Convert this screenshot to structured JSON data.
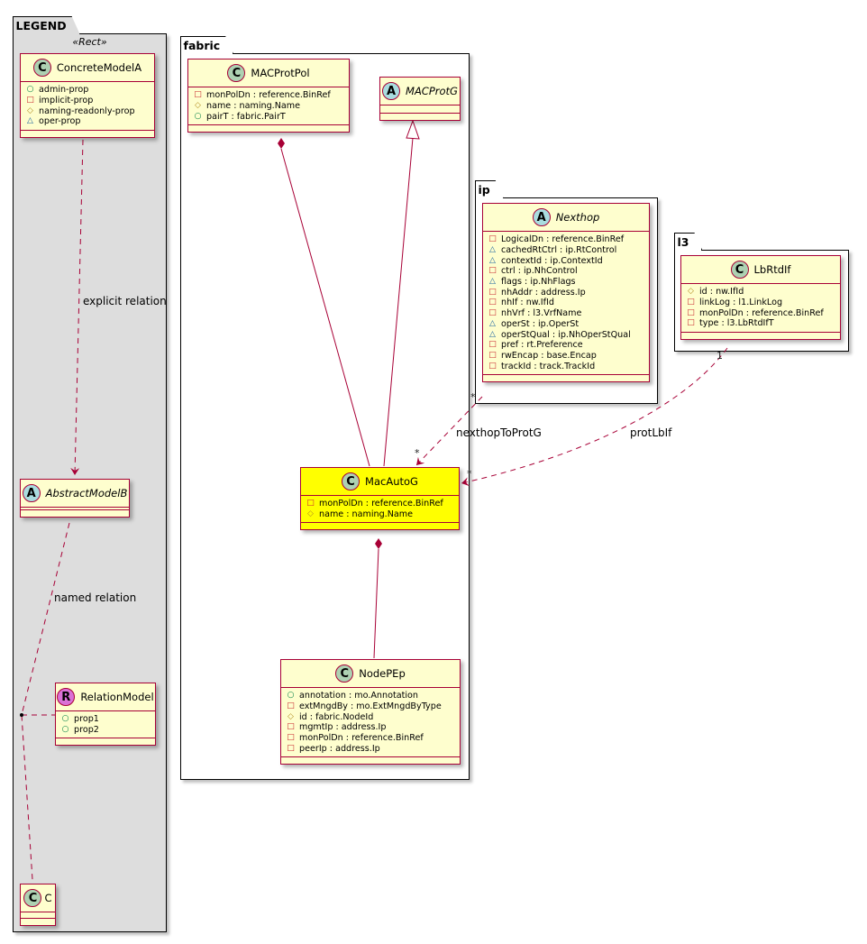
{
  "packages": {
    "legend": {
      "name": "LEGEND",
      "stereotype": "«Rect»"
    },
    "fabric": {
      "name": "fabric"
    },
    "ip": {
      "name": "ip"
    },
    "l3": {
      "name": "l3"
    }
  },
  "colors": {
    "class_bg": "#FEFECE",
    "highlight_bg": "#FFFF00",
    "border": "#A80036",
    "legend_bg": "#DDDDDD"
  },
  "classes": {
    "concrete_model_a": {
      "name": "ConcreteModelA",
      "spot": "C",
      "attrs": [
        {
          "vis": "○",
          "text": "admin-prop"
        },
        {
          "vis": "□",
          "text": "implicit-prop"
        },
        {
          "vis": "◇",
          "text": "naming-readonly-prop"
        },
        {
          "vis": "△",
          "text": "oper-prop"
        }
      ]
    },
    "abstract_model_b": {
      "name": "AbstractModelB",
      "spot": "A"
    },
    "relation_model": {
      "name": "RelationModel",
      "spot": "R",
      "attrs": [
        {
          "vis": "○",
          "text": "prop1"
        },
        {
          "vis": "○",
          "text": "prop2"
        }
      ]
    },
    "c": {
      "name": "C",
      "spot": "C"
    },
    "mac_prot_pol": {
      "name": "MACProtPol",
      "spot": "C",
      "attrs": [
        {
          "vis": "□",
          "text": "monPolDn : reference.BinRef"
        },
        {
          "vis": "◇",
          "text": "name : naming.Name"
        },
        {
          "vis": "○",
          "text": "pairT : fabric.PairT"
        }
      ]
    },
    "mac_prot_g": {
      "name": "MACProtG",
      "spot": "A"
    },
    "mac_auto_g": {
      "name": "MacAutoG",
      "spot": "C",
      "attrs": [
        {
          "vis": "□",
          "text": "monPolDn : reference.BinRef"
        },
        {
          "vis": "◇",
          "text": "name : naming.Name"
        }
      ]
    },
    "node_p_ep": {
      "name": "NodePEp",
      "spot": "C",
      "attrs": [
        {
          "vis": "○",
          "text": "annotation : mo.Annotation"
        },
        {
          "vis": "□",
          "text": "extMngdBy : mo.ExtMngdByType"
        },
        {
          "vis": "◇",
          "text": "id : fabric.NodeId"
        },
        {
          "vis": "□",
          "text": "mgmtIp : address.Ip"
        },
        {
          "vis": "□",
          "text": "monPolDn : reference.BinRef"
        },
        {
          "vis": "□",
          "text": "peerIp : address.Ip"
        }
      ]
    },
    "nexthop": {
      "name": "Nexthop",
      "spot": "A",
      "attrs": [
        {
          "vis": "□",
          "text": "LogicalDn : reference.BinRef"
        },
        {
          "vis": "△",
          "text": "cachedRtCtrl : ip.RtControl"
        },
        {
          "vis": "△",
          "text": "contextId : ip.ContextId"
        },
        {
          "vis": "□",
          "text": "ctrl : ip.NhControl"
        },
        {
          "vis": "△",
          "text": "flags : ip.NhFlags"
        },
        {
          "vis": "□",
          "text": "nhAddr : address.Ip"
        },
        {
          "vis": "□",
          "text": "nhIf : nw.IfId"
        },
        {
          "vis": "□",
          "text": "nhVrf : l3.VrfName"
        },
        {
          "vis": "△",
          "text": "operSt : ip.OperSt"
        },
        {
          "vis": "△",
          "text": "operStQual : ip.NhOperStQual"
        },
        {
          "vis": "□",
          "text": "pref : rt.Preference"
        },
        {
          "vis": "□",
          "text": "rwEncap : base.Encap"
        },
        {
          "vis": "□",
          "text": "trackId : track.TrackId"
        }
      ]
    },
    "lb_rtd_if": {
      "name": "LbRtdIf",
      "spot": "C",
      "attrs": [
        {
          "vis": "◇",
          "text": "id : nw.IfId"
        },
        {
          "vis": "□",
          "text": "linkLog : l1.LinkLog"
        },
        {
          "vis": "□",
          "text": "monPolDn : reference.BinRef"
        },
        {
          "vis": "□",
          "text": "type : l3.LbRtdIfT"
        }
      ]
    }
  },
  "relations": {
    "explicit": {
      "label": "explicit relation"
    },
    "named": {
      "label": "named relation"
    },
    "nexthop_to_prot_g": {
      "label": "nexthopToProtG",
      "source_mult": "*",
      "target_mult": "*"
    },
    "prot_lb_if": {
      "label": "protLbIf",
      "source_mult": "1",
      "target_mult": "*"
    }
  }
}
